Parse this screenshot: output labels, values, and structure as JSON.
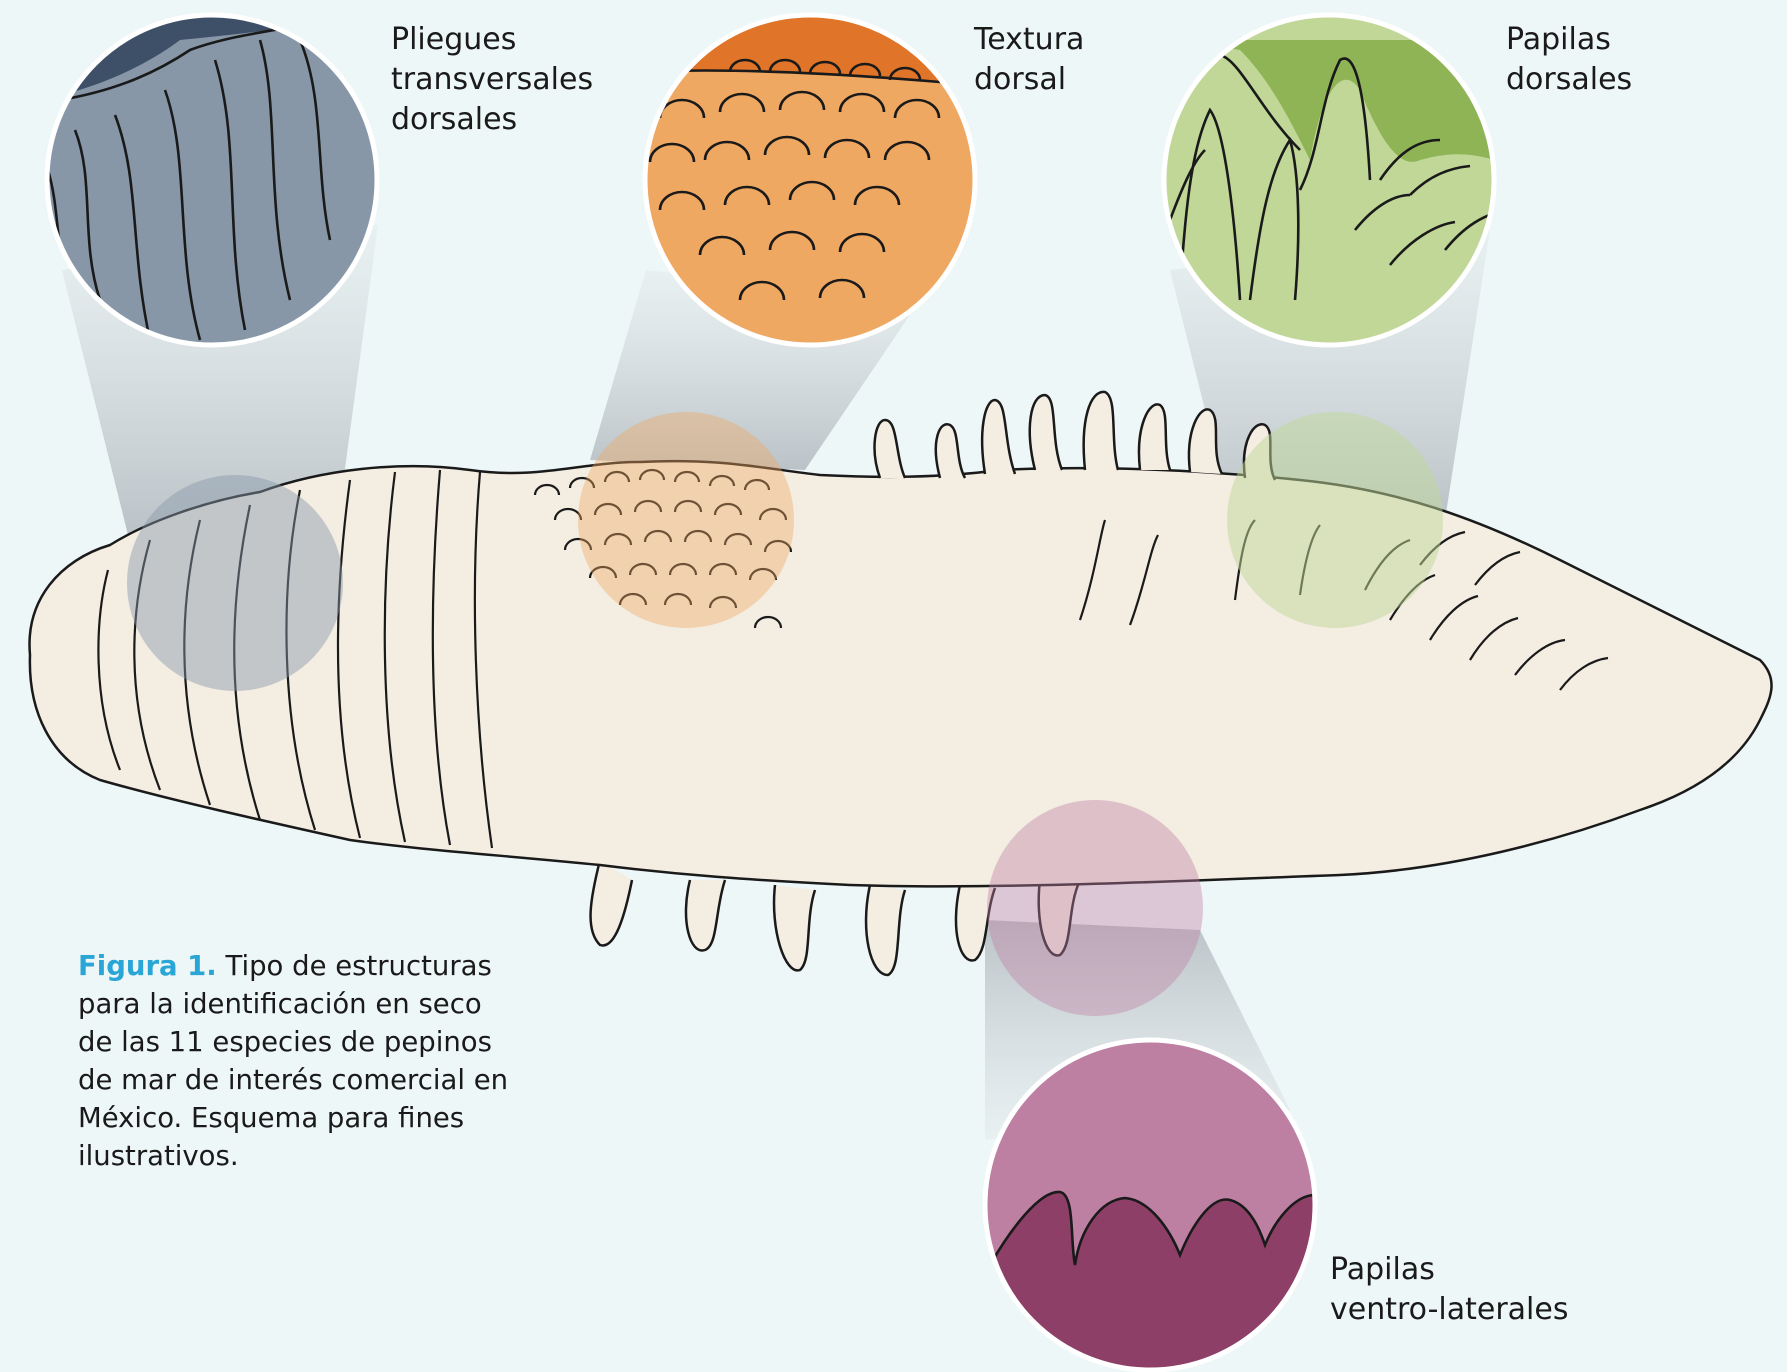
{
  "callouts": {
    "pliegues": {
      "lines": [
        "Pliegues",
        "transversales",
        "dorsales"
      ]
    },
    "textura": {
      "lines": [
        "Textura",
        "dorsal"
      ]
    },
    "papilas_dorsales": {
      "lines": [
        "Papilas",
        "dorsales"
      ]
    },
    "papilas_ventro": {
      "lines": [
        "Papilas",
        "ventro-laterales"
      ]
    }
  },
  "caption": {
    "prefix": "Figura 1.",
    "text": " Tipo de estructuras para la identificación en seco de las 11 especies de pepinos de mar de interés comercial en México. Esquema para fines ilustrativos."
  },
  "colors": {
    "background": "#eef7f8",
    "body_fill": "#f3ede2",
    "outline": "#1a1a1a",
    "pliegues": "#8797a8",
    "pliegues_dark": "#3e5068",
    "textura": "#efa862",
    "textura_dark": "#e07428",
    "papilas_dorsales": "#c0d798",
    "papilas_dorsales_dark": "#8fb456",
    "papilas_ventro": "#bd80a2",
    "papilas_ventro_dark": "#8d3f68",
    "caption_accent": "#2aa6d6"
  }
}
